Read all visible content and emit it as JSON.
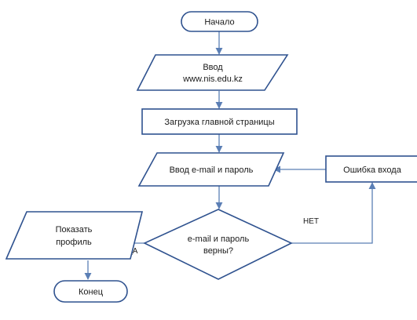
{
  "diagram": {
    "colors": {
      "node_stroke": "#2f528f",
      "edge_stroke": "#5b7fb5",
      "text": "#1a1a1a",
      "background": "#ffffff"
    },
    "nodes": {
      "start": {
        "label": "Начало"
      },
      "input_url": {
        "line1": "Ввод",
        "line2": "www.nis.edu.kz"
      },
      "load_page": {
        "label": "Загрузка главной страницы"
      },
      "input_credentials": {
        "label": "Ввод e-mail и пароль"
      },
      "decision": {
        "line1": "e-mail и пароль",
        "line2": "верны?"
      },
      "error": {
        "label": "Ошибка входа"
      },
      "show_profile": {
        "line1": "Показать",
        "line2": "профиль"
      },
      "end": {
        "label": "Конец"
      }
    },
    "edges": {
      "yes_label": "ДА",
      "no_label": "НЕТ"
    }
  }
}
